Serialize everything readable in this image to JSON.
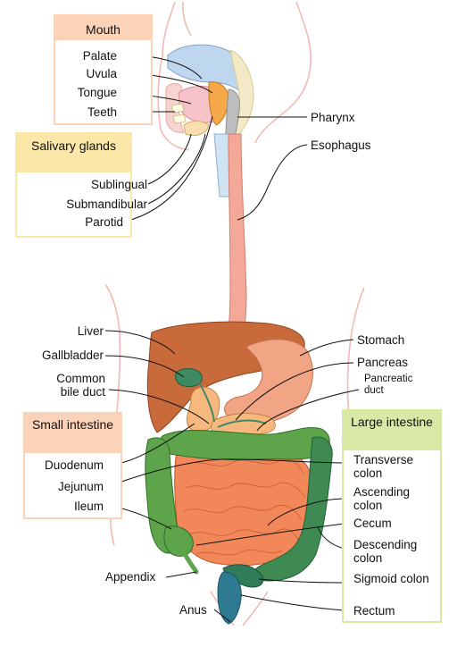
{
  "groups": {
    "mouth": "Mouth",
    "salivary": "Salivary glands",
    "small_intestine": "Small intestine",
    "large_intestine": "Large intestine"
  },
  "labels": {
    "palate": "Palate",
    "uvula": "Uvula",
    "tongue": "Tongue",
    "teeth": "Teeth",
    "sublingual": "Sublingual",
    "submandibular": "Submandibular",
    "parotid": "Parotid",
    "pharynx": "Pharynx",
    "esophagus": "Esophagus",
    "liver": "Liver",
    "gallbladder": "Gallbladder",
    "common_bile_duct": "Common bile duct",
    "stomach": "Stomach",
    "pancreas": "Pancreas",
    "pancreatic_duct": "Pancreatic duct",
    "duodenum": "Duodenum",
    "jejunum": "Jejunum",
    "ileum": "Ileum",
    "appendix": "Appendix",
    "anus": "Anus",
    "transverse_colon": "Transverse colon",
    "ascending_colon": "Ascending colon",
    "cecum": "Cecum",
    "descending_colon": "Descending colon",
    "sigmoid_colon": "Sigmoid colon",
    "rectum": "Rectum"
  },
  "colors": {
    "body_outline": "#f4b9b0",
    "esophagus": "#f4a898",
    "liver": "#c96a3a",
    "stomach": "#f2a585",
    "pancreas": "#f6b87e",
    "gallbladder": "#3e8a62",
    "small_intestine": "#f2885a",
    "colon_green": "#5ea44a",
    "colon_dark": "#2f7b5a",
    "rectum": "#2e7a90",
    "palate": "#bfd7ee",
    "pharynx_orange": "#f6a94a",
    "salivary": "#f9dfb0"
  }
}
